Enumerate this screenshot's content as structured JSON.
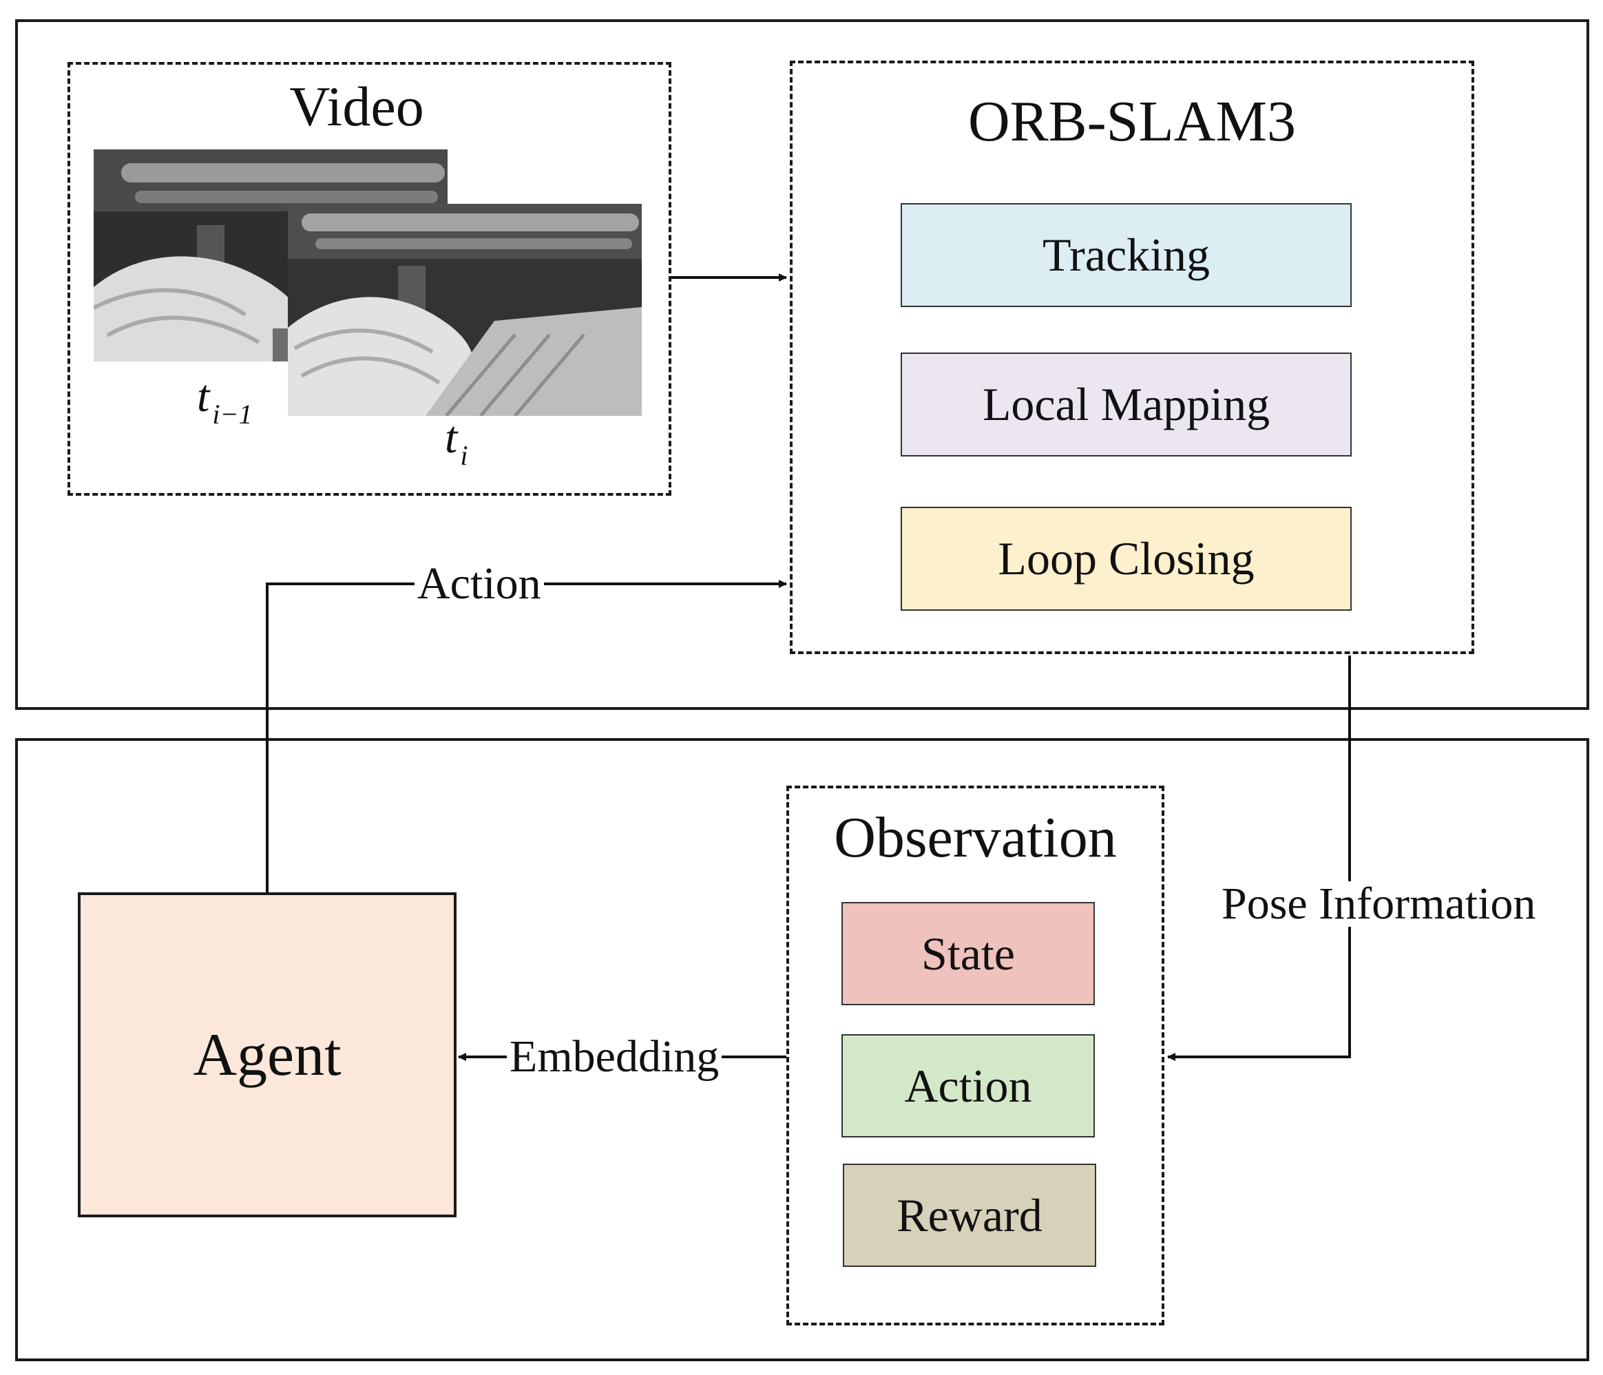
{
  "environment": {
    "video": {
      "title": "Video",
      "frame_prev_label": {
        "base": "t",
        "sub": "i−1"
      },
      "frame_curr_label": {
        "base": "t",
        "sub": "i"
      }
    },
    "orb_slam": {
      "title": "ORB-SLAM3",
      "modules": [
        {
          "label": "Tracking",
          "color": "#dcedf3"
        },
        {
          "label": "Local Mapping",
          "color": "#ebe6ef"
        },
        {
          "label": "Loop Closing",
          "color": "#fdf0cc"
        }
      ]
    }
  },
  "agent_side": {
    "agent": {
      "label": "Agent",
      "color": "#fbe8db"
    },
    "observation": {
      "title": "Observation",
      "items": [
        {
          "label": "State",
          "color": "#efc2bd"
        },
        {
          "label": "Action",
          "color": "#d3e8c9"
        },
        {
          "label": "Reward",
          "color": "#d6d1b8"
        }
      ]
    }
  },
  "connections": {
    "action_label": "Action",
    "embedding_label": "Embedding",
    "pose_label": "Pose Information"
  }
}
